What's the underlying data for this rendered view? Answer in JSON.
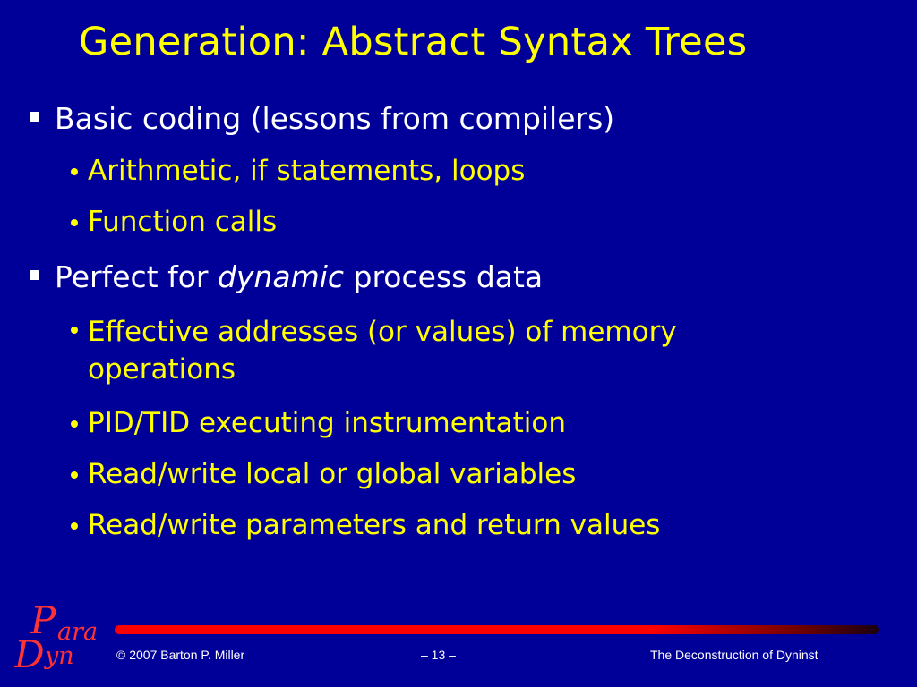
{
  "slide": {
    "title": "Generation: Abstract Syntax Trees",
    "bullets": [
      {
        "text": "Basic coding (lessons from compilers)"
      },
      {
        "text": "Arithmetic, if statements, loops"
      },
      {
        "text": "Function calls"
      },
      {
        "text_before": "Perfect for ",
        "text_emph": "dynamic",
        "text_after": " process data"
      },
      {
        "text": "Effective addresses (or values) of memory operations"
      },
      {
        "text": "PID/TID executing instrumentation"
      },
      {
        "text": "Read/write local or global variables"
      },
      {
        "text": "Read/write parameters and return values"
      }
    ]
  },
  "footer": {
    "copyright": "© 2007 Barton P. Miller",
    "page": "– 13 –",
    "right": "The Deconstruction of Dyninst",
    "logo_text_top": "ara",
    "logo_text_bottom": "yn",
    "logo_letter_p": "P",
    "logo_letter_d": "D"
  },
  "colors": {
    "background": "#000099",
    "title": "#ffff00",
    "level1_text": "#ffffff",
    "level2_text": "#ffff00",
    "rule": "#ff0000",
    "logo": "#ff3333"
  }
}
